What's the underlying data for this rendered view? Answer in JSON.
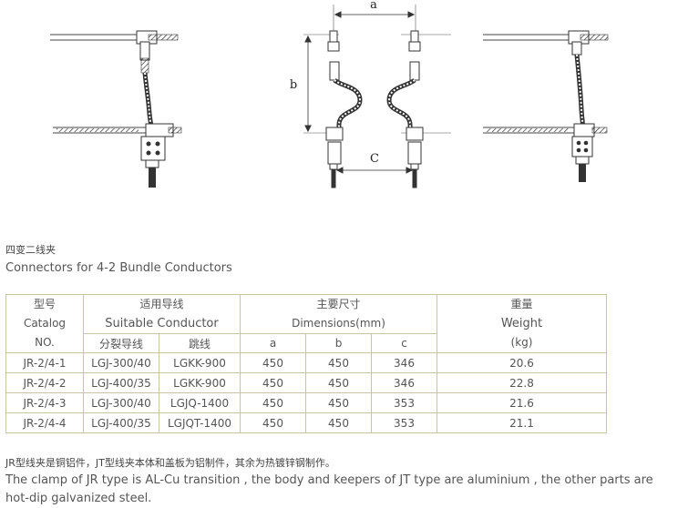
{
  "diagram": {
    "label_a": "a",
    "label_b": "b",
    "label_c": "C"
  },
  "heading": {
    "cn": "四变二线夹",
    "en": "Connectors for 4-2 Bundle Conductors"
  },
  "table": {
    "catalog_header": [
      "型号",
      "Catalog",
      "NO."
    ],
    "conductor_header": [
      "适用导线",
      "Suitable Conductor"
    ],
    "conductor_sub": [
      "分裂导线",
      "跳线"
    ],
    "dimensions_header": [
      "主要尺寸",
      "Dimensions(mm)"
    ],
    "dimensions_sub": [
      "a",
      "b",
      "c"
    ],
    "weight_header": [
      "重量",
      "Weight",
      "(kg)"
    ],
    "rows": [
      [
        "JR-2/4-1",
        "LGJ-300/40",
        "LGKK-900",
        "450",
        "450",
        "346",
        "20.6"
      ],
      [
        "JR-2/4-2",
        "LGJ-400/35",
        "LGKK-900",
        "450",
        "450",
        "346",
        "22.8"
      ],
      [
        "JR-2/4-3",
        "LGJ-300/40",
        "LGJQ-1400",
        "450",
        "450",
        "353",
        "21.6"
      ],
      [
        "JR-2/4-4",
        "LGJ-400/35",
        "LGJQT-1400",
        "450",
        "450",
        "353",
        "21.1"
      ]
    ]
  },
  "notes": {
    "cn": "JR型线夹是铜铝件，JT型线夹本体和盖板为铝制件，其余为热镀锌钢制作。",
    "en": "The clamp of JR type is AL-Cu transition , the body and keepers of JT type are aluminium , the other parts are hot-dip galvanized steel."
  }
}
